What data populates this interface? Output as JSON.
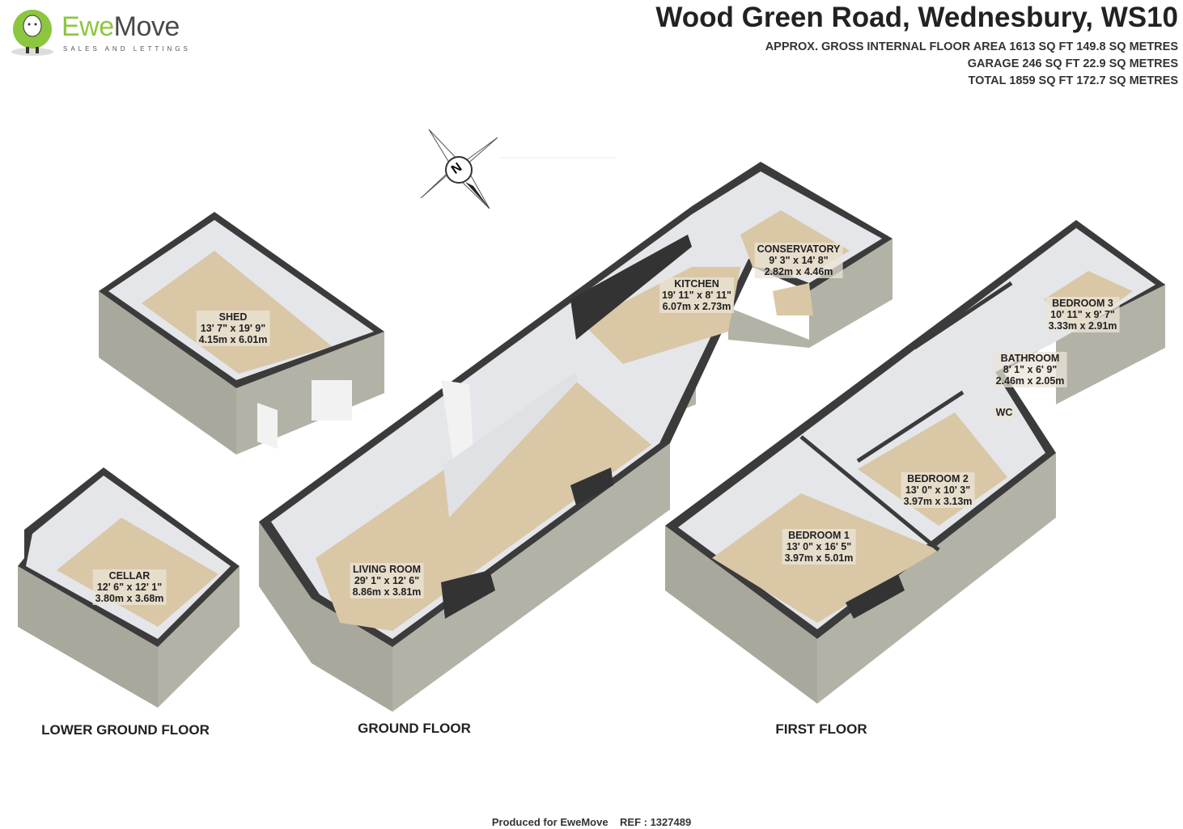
{
  "logo": {
    "brand_part1": "Ewe",
    "brand_part2": "Move",
    "tagline": "SALES AND LETTINGS"
  },
  "header": {
    "title": "Wood Green Road, Wednesbury, WS10",
    "areas": [
      "APPROX. GROSS INTERNAL FLOOR AREA 1613 SQ FT 149.8 SQ METRES",
      "GARAGE 246 SQ FT 22.9 SQ METRES",
      "TOTAL 1859 SQ FT 172.7 SQ METRES"
    ]
  },
  "compass": {
    "label": "N"
  },
  "rooms": {
    "shed": {
      "name": "SHED",
      "imperial": "13' 7\" x 19' 9\"",
      "metric": "4.15m x 6.01m"
    },
    "cellar": {
      "name": "CELLAR",
      "imperial": "12' 6\" x 12' 1\"",
      "metric": "3.80m x 3.68m"
    },
    "living": {
      "name": "LIVING ROOM",
      "imperial": "29' 1\" x 12' 6\"",
      "metric": "8.86m x 3.81m"
    },
    "kitchen": {
      "name": "KITCHEN",
      "imperial": "19' 11\" x 8' 11\"",
      "metric": "6.07m x 2.73m"
    },
    "conservatory": {
      "name": "CONSERVATORY",
      "imperial": "9' 3\" x 14' 8\"",
      "metric": "2.82m x 4.46m"
    },
    "bedroom1": {
      "name": "BEDROOM 1",
      "imperial": "13' 0\" x 16' 5\"",
      "metric": "3.97m x 5.01m"
    },
    "bedroom2": {
      "name": "BEDROOM 2",
      "imperial": "13' 0\" x 10' 3\"",
      "metric": "3.97m x 3.13m"
    },
    "bedroom3": {
      "name": "BEDROOM 3",
      "imperial": "10' 11\" x 9' 7\"",
      "metric": "3.33m x 2.91m"
    },
    "bathroom": {
      "name": "BATHROOM",
      "imperial": "8' 1\" x 6' 9\"",
      "metric": "2.46m x 2.05m"
    },
    "wc": {
      "name": "WC"
    }
  },
  "floors": {
    "lower": "LOWER GROUND FLOOR",
    "ground": "GROUND FLOOR",
    "first": "FIRST FLOOR"
  },
  "footer": {
    "produced": "Produced for EweMove",
    "ref": "REF : 1327489"
  },
  "colors": {
    "floor": "#d9c7a6",
    "stone": "#a9a89c",
    "wall_top": "#3b3b3b",
    "inner_wall": "#e4e6ea",
    "brand_green": "#8cc63f"
  }
}
